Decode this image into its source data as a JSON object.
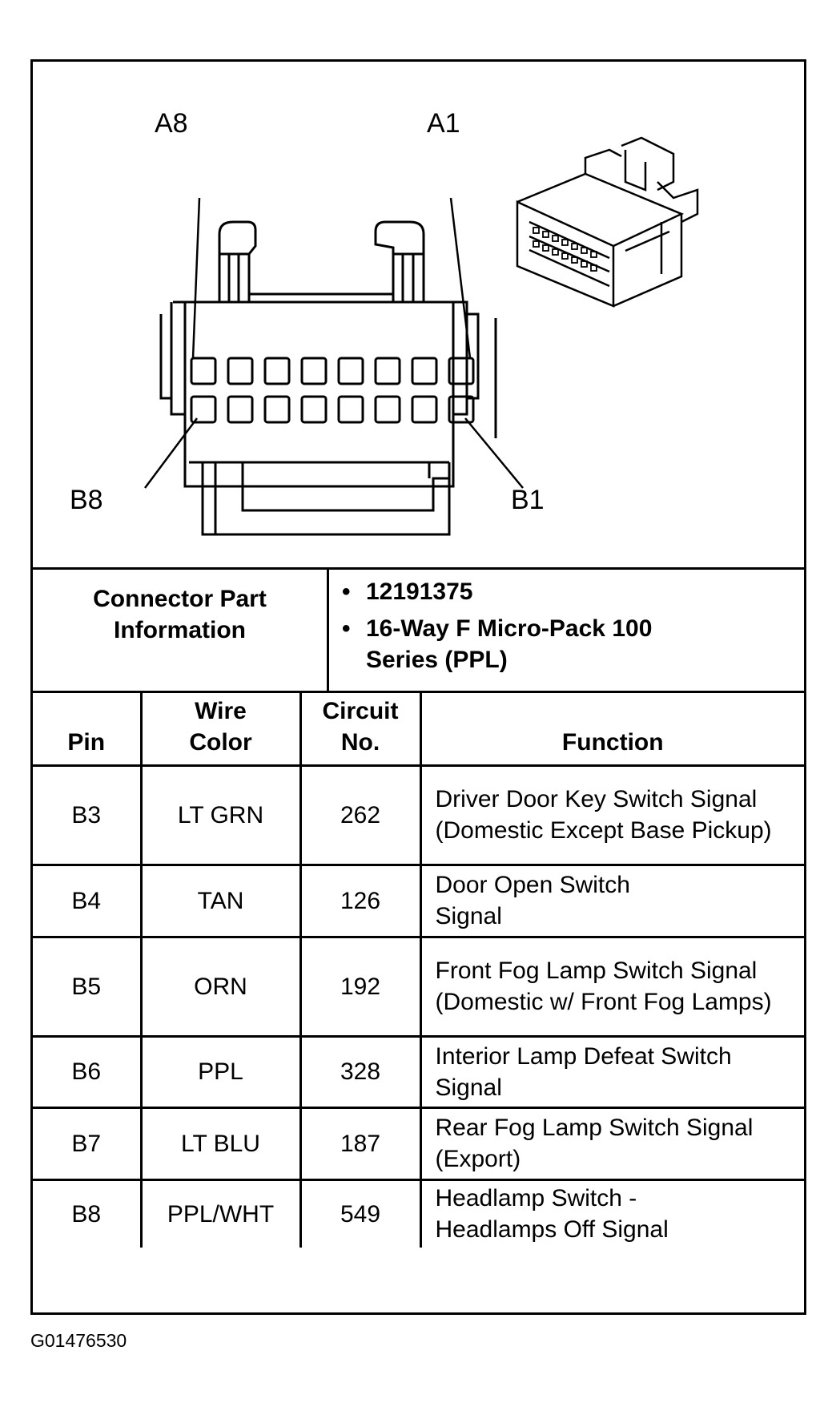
{
  "diagram": {
    "labels": {
      "a8": "A8",
      "a1": "A1",
      "b8": "B8",
      "b1": "B1"
    }
  },
  "connector_info": {
    "label": "Connector Part Information",
    "items": [
      "12191375",
      "16-Way F Micro-Pack 100 Series (PPL)"
    ]
  },
  "table": {
    "headers": {
      "pin": "Pin",
      "wire_color": "Wire Color",
      "circuit_no": "Circuit No.",
      "function": "Function"
    },
    "rows": [
      {
        "pin": "B3",
        "wire_color": "LT GRN",
        "circuit": "262",
        "function": "Driver Door Key Switch Signal (Domestic Except Base Pickup)"
      },
      {
        "pin": "B4",
        "wire_color": "TAN",
        "circuit": "126",
        "function": "Door Open Switch Signal"
      },
      {
        "pin": "B5",
        "wire_color": "ORN",
        "circuit": "192",
        "function": "Front Fog Lamp Switch Signal (Domestic w/ Front Fog Lamps)"
      },
      {
        "pin": "B6",
        "wire_color": "PPL",
        "circuit": "328",
        "function": "Interior Lamp Defeat Switch Signal"
      },
      {
        "pin": "B7",
        "wire_color": "LT BLU",
        "circuit": "187",
        "function": "Rear Fog Lamp Switch Signal (Export)"
      },
      {
        "pin": "B8",
        "wire_color": "PPL/WHT",
        "circuit": "549",
        "function": "Headlamp Switch - Headlamps Off Signal"
      }
    ]
  },
  "reference_code": "G01476530"
}
